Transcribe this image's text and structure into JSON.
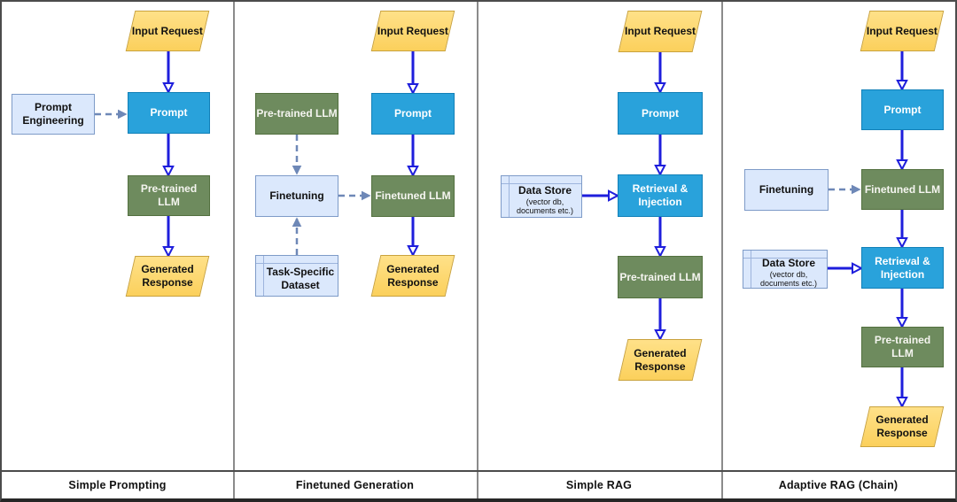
{
  "colors": {
    "solid_arrow": "#1E1EDC",
    "dashed_arrow": "#6E88B7",
    "process_fill": "#29A2DB",
    "llm_fill": "#6E8B5E",
    "io_fill": "#FFD966",
    "aux_fill": "#DBE8FC"
  },
  "panels": [
    {
      "title": "Simple Prompting",
      "nodes": {
        "input_request": {
          "label": "Input Request"
        },
        "prompt_engineering": {
          "label": "Prompt Engineering"
        },
        "prompt": {
          "label": "Prompt"
        },
        "pretrained_llm": {
          "label": "Pre-trained LLM"
        },
        "generated_response": {
          "label": "Generated Response"
        }
      }
    },
    {
      "title": "Finetuned Generation",
      "nodes": {
        "input_request": {
          "label": "Input Request"
        },
        "pretrained_llm": {
          "label": "Pre-trained LLM"
        },
        "prompt": {
          "label": "Prompt"
        },
        "finetuning": {
          "label": "Finetuning"
        },
        "finetuned_llm": {
          "label": "Finetuned LLM"
        },
        "task_specific_dataset": {
          "label": "Task-Specific Dataset"
        },
        "generated_response": {
          "label": "Generated Response"
        }
      }
    },
    {
      "title": "Simple RAG",
      "nodes": {
        "input_request": {
          "label": "Input Request"
        },
        "prompt": {
          "label": "Prompt"
        },
        "data_store": {
          "label": "Data Store",
          "sublabel": "(vector db, documents etc.)"
        },
        "retrieval_injection": {
          "label": "Retrieval & Injection"
        },
        "pretrained_llm": {
          "label": "Pre-trained LLM"
        },
        "generated_response": {
          "label": "Generated Response"
        }
      }
    },
    {
      "title": "Adaptive RAG (Chain)",
      "nodes": {
        "input_request": {
          "label": "Input Request"
        },
        "prompt": {
          "label": "Prompt"
        },
        "finetuning": {
          "label": "Finetuning"
        },
        "finetuned_llm": {
          "label": "Finetuned LLM"
        },
        "data_store": {
          "label": "Data Store",
          "sublabel": "(vector db, documents etc.)"
        },
        "retrieval_injection": {
          "label": "Retrieval & Injection"
        },
        "pretrained_llm": {
          "label": "Pre-trained LLM"
        },
        "generated_response": {
          "label": "Generated Response"
        }
      }
    }
  ]
}
